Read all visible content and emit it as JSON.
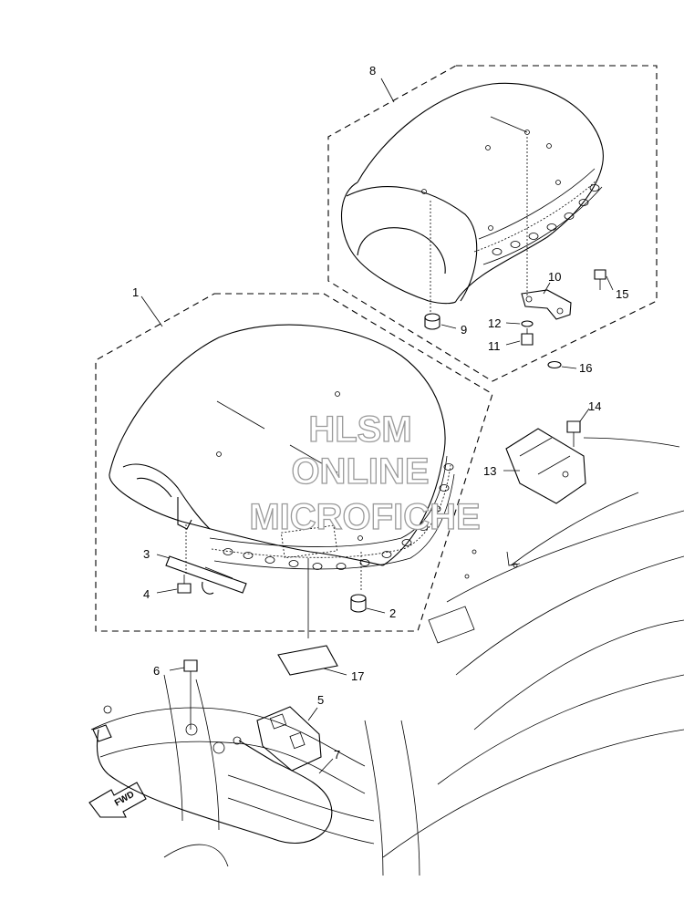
{
  "callouts": {
    "c1": "1",
    "c2": "2",
    "c3": "3",
    "c4": "4",
    "c5": "5",
    "c6": "6",
    "c7": "7",
    "c8": "8",
    "c9": "9",
    "c10": "10",
    "c11": "11",
    "c12": "12",
    "c13": "13",
    "c14": "14",
    "c15": "15",
    "c16": "16",
    "c17": "17"
  },
  "watermark": {
    "line1": "HLSM",
    "line2": "ONLINE",
    "line3": "MICROFICHE"
  },
  "fwd_label": "FWD"
}
